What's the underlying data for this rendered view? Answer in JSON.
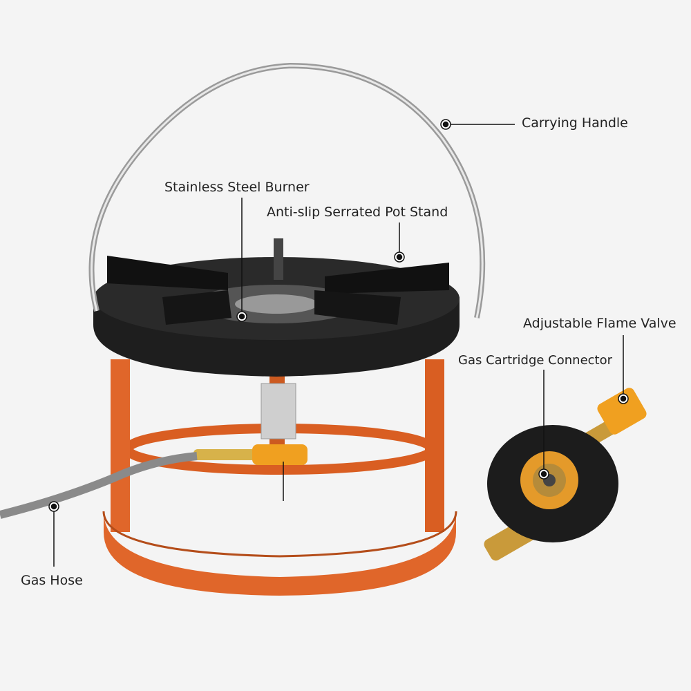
{
  "labels": {
    "carrying_handle": "Carrying Handle",
    "stainless_steel_burner": "Stainless Steel Burner",
    "pot_stand": "Anti-slip Serrated Pot Stand",
    "flame_valve": "Adjustable Flame Valve",
    "cartridge_connector": "Gas Cartridge Connector",
    "gas_hose": "Gas Hose"
  },
  "colors": {
    "background": "#f4f4f4",
    "frame_orange": "#e0662a",
    "burner_black": "#1a1a1a",
    "brass": "#d9a23a",
    "callout": "#111111"
  }
}
